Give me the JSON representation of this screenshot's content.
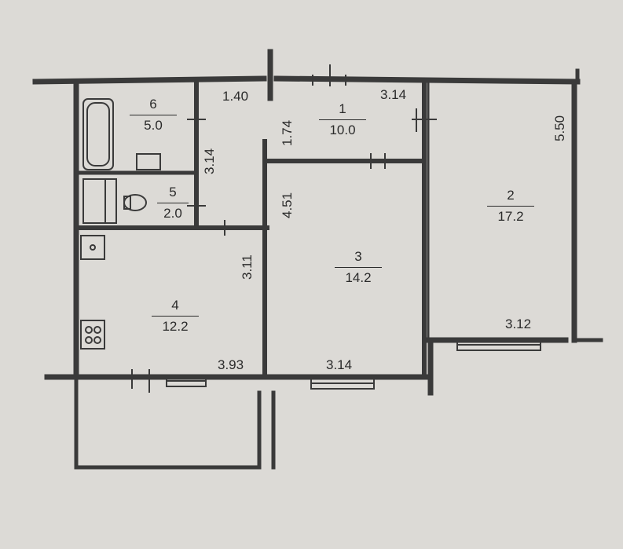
{
  "rooms": [
    {
      "id": "1",
      "number": "1",
      "area": "10.0"
    },
    {
      "id": "2",
      "number": "2",
      "area": "17.2"
    },
    {
      "id": "3",
      "number": "3",
      "area": "14.2"
    },
    {
      "id": "4",
      "number": "4",
      "area": "12.2"
    },
    {
      "id": "5",
      "number": "5",
      "area": "2.0"
    },
    {
      "id": "6",
      "number": "6",
      "area": "5.0"
    }
  ],
  "dimensions": {
    "hall_left": "1.40",
    "hall_right": "3.14",
    "hall_height": "1.74",
    "bath_height": "3.14",
    "room2_height": "5.50",
    "room2_width": "3.12",
    "room3_height": "4.51",
    "room3_width": "3.14",
    "kitchen_height": "3.11",
    "kitchen_width": "3.93"
  },
  "colors": {
    "background": "#dcdad6",
    "wall": "#3a3a3a",
    "line": "#2a2a2a"
  }
}
